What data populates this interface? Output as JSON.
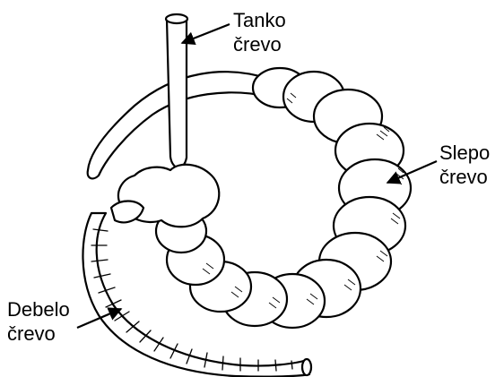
{
  "diagram": {
    "labels": {
      "small_intestine": {
        "line1": "Tanko",
        "line2": "črevo"
      },
      "cecum": {
        "line1": "Slepo",
        "line2": "črevo"
      },
      "large_intestine": {
        "line1": "Debelo",
        "line2": "črevo"
      }
    }
  }
}
